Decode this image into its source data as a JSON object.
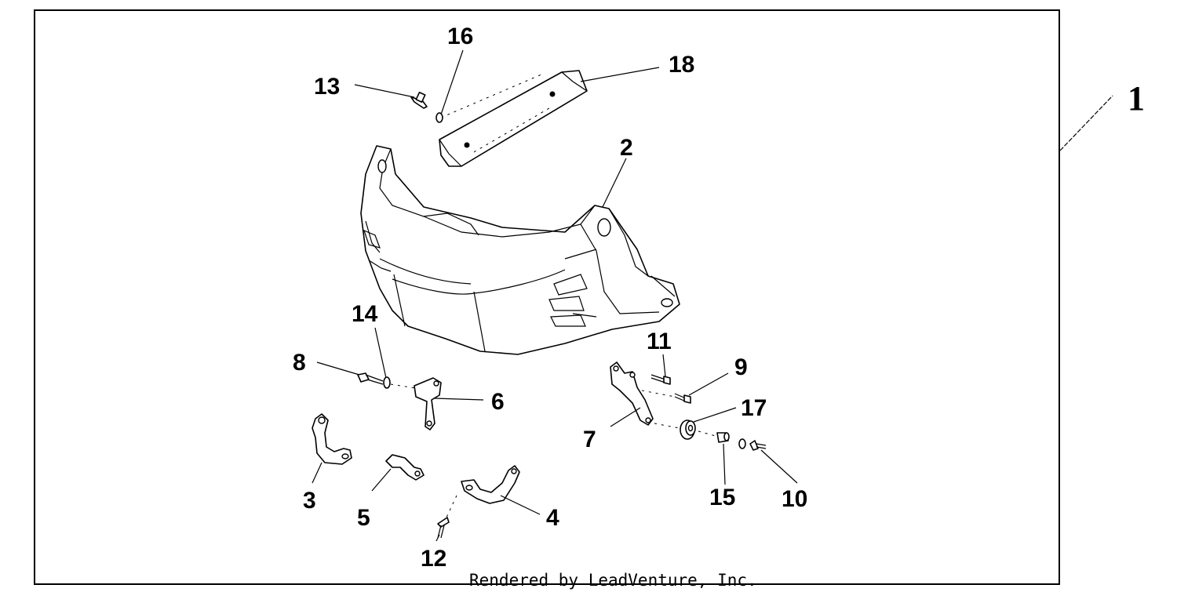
{
  "diagram": {
    "assembly_callout": "1",
    "part_callouts": [
      "2",
      "3",
      "4",
      "5",
      "6",
      "7",
      "8",
      "9",
      "10",
      "11",
      "12",
      "13",
      "14",
      "15",
      "16",
      "17",
      "18"
    ],
    "credit": "Rendered by LeadVenture, Inc.",
    "colors": {
      "line": "#000000",
      "background": "#ffffff"
    }
  }
}
